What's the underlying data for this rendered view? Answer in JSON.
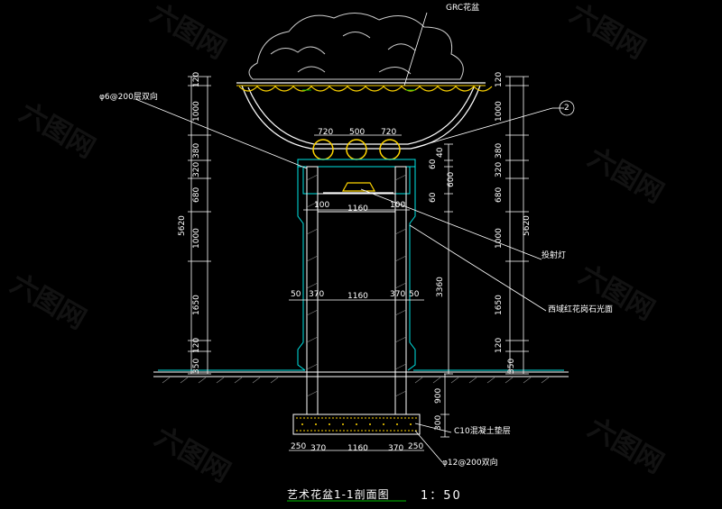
{
  "title": "艺术花盆1-1剖面图",
  "scale": "1：50",
  "labels": {
    "grc": "GRC花盆",
    "rebar_top": "φ6@200层双向",
    "circle_ref": "2",
    "spotlight": "投射灯",
    "granite": "西域红花岗石光面",
    "concrete": "C10混凝土垫层",
    "rebar_bottom": "φ12@200双向"
  },
  "dimensions": {
    "left_col": [
      "120",
      "1000",
      "380",
      "320",
      "680",
      "1000",
      "1650",
      "120",
      "350"
    ],
    "left_total": "5620",
    "right_col": [
      "120",
      "1000",
      "380",
      "320",
      "680",
      "1000",
      "1650",
      "120",
      "350"
    ],
    "right_total": "5620",
    "mid_right": [
      "40",
      "60",
      "600",
      "60",
      "3360"
    ],
    "found_right": [
      "900",
      "300"
    ],
    "top_balls": [
      "720",
      "500",
      "720"
    ],
    "inner_top": [
      "100",
      "1160",
      "100"
    ],
    "column": [
      "50",
      "370",
      "1160",
      "370",
      "50"
    ],
    "base": [
      "250",
      "370",
      "1160",
      "370",
      "250"
    ]
  },
  "watermark": "六图网",
  "colors": {
    "line": "#ffffff",
    "accent": "#ffd500",
    "cyan": "#00e5e5",
    "green": "#00c000"
  }
}
